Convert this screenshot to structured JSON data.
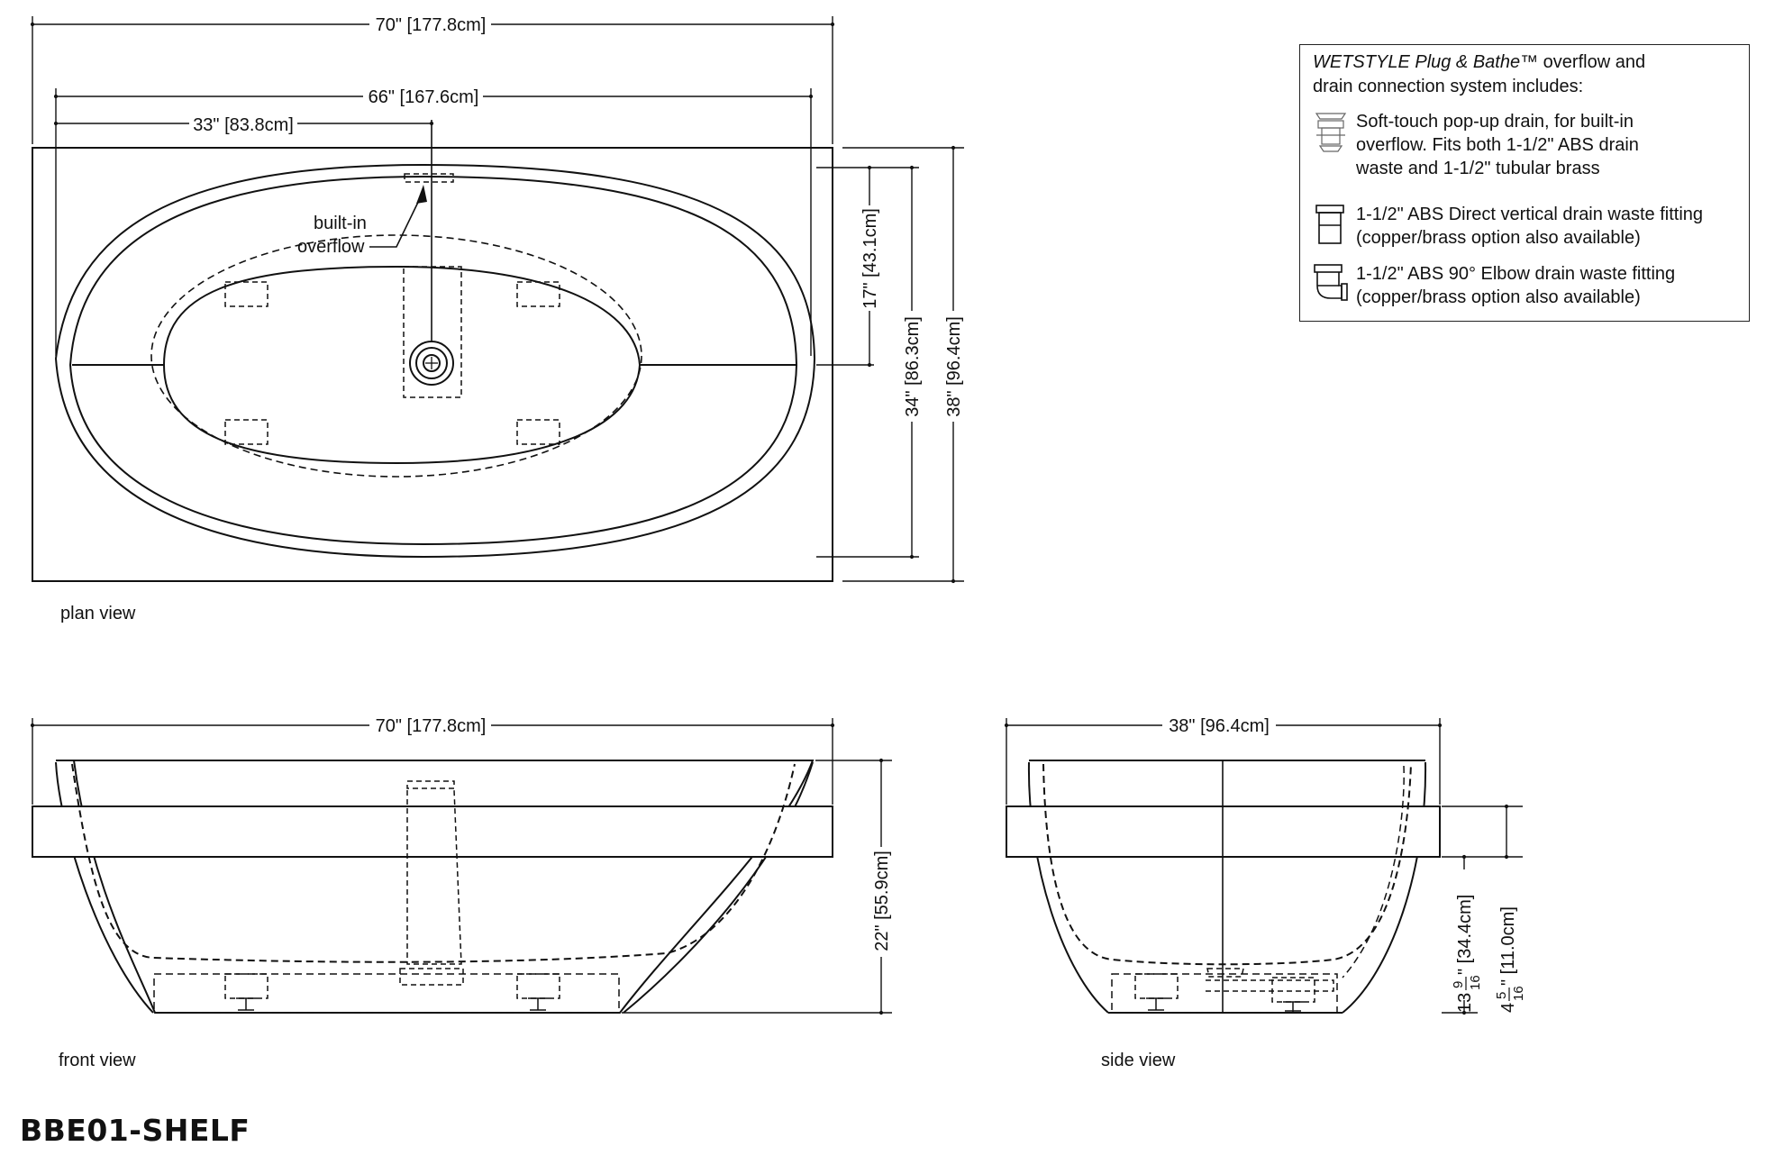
{
  "model": "BBE01-SHELF",
  "views": {
    "plan": "plan view",
    "front": "front view",
    "side": "side view"
  },
  "dimensions": {
    "plan_width_outer": "70\" [177.8cm]",
    "plan_width_tub": "66\" [167.6cm]",
    "plan_center": "33\" [83.8cm]",
    "plan_half_depth": "17\" [43.1cm]",
    "plan_tub_depth": "34\" [86.3cm]",
    "plan_total_depth": "38\" [96.4cm]",
    "front_width": "70\" [177.8cm]",
    "front_height": "22\" [55.9cm]",
    "side_width": "38\" [96.4cm]",
    "side_shelf_height_whole": "13",
    "side_shelf_height_num": "9",
    "side_shelf_height_den": "16",
    "side_shelf_height_rest": "\" [34.4cm]",
    "side_shelf_thickness_whole": "4",
    "side_shelf_thickness_num": "5",
    "side_shelf_thickness_den": "16",
    "side_shelf_thickness_rest": "\" [11.0cm]"
  },
  "annotations": {
    "overflow_line1": "built-in",
    "overflow_line2": "overflow"
  },
  "legend": {
    "title_italic": "WETSTYLE Plug & Bathe",
    "title_tm": "™",
    "title_rest": " overflow  and",
    "title_line2": "drain connection system includes:",
    "items": [
      {
        "icon": "pop-up-drain-icon",
        "text": "Soft-touch pop-up drain, for built-in\noverflow. Fits both 1-1/2\" ABS drain\nwaste and 1-1/2\" tubular brass"
      },
      {
        "icon": "vertical-fitting-icon",
        "text": "1-1/2\" ABS Direct vertical drain waste fitting\n(copper/brass option also available)"
      },
      {
        "icon": "elbow-fitting-icon",
        "text": "1-1/2\" ABS 90° Elbow drain waste fitting\n(copper/brass option also available)"
      }
    ]
  }
}
